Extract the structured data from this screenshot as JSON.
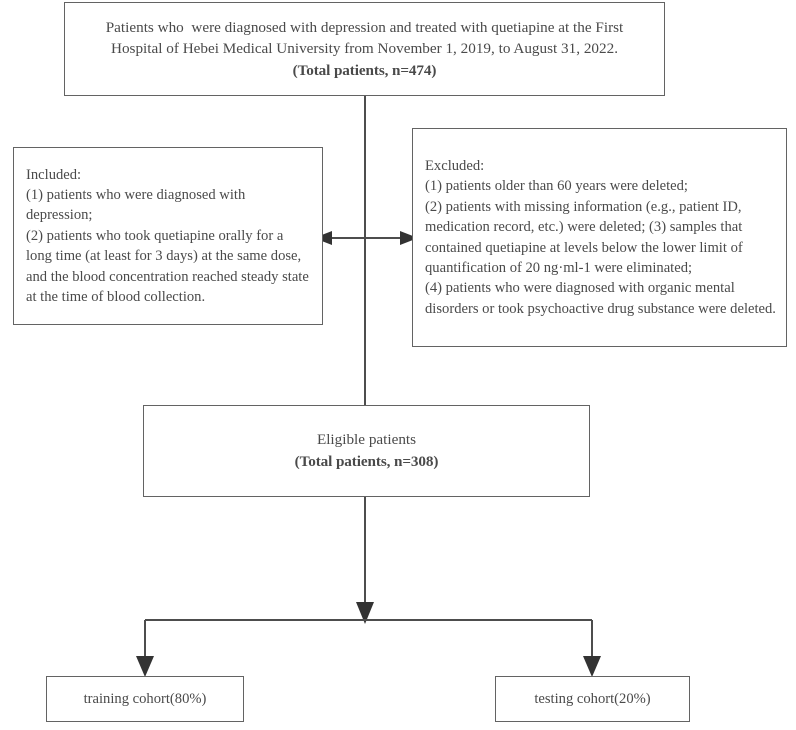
{
  "diagram": {
    "title": "Patient selection flowchart",
    "background_color": "#ffffff",
    "line_color": "#4d4d4d",
    "text_color": "#4a4a4a"
  },
  "nodes": {
    "total": {
      "line1": "Patients who  were diagnosed with depression and treated with quetiapine at the First",
      "line2": "Hospital of Hebei Medical University from November 1, 2019, to August 31, 2022.",
      "line3": "(Total patients, n=474)",
      "count": 474
    },
    "included": {
      "heading": "Included:",
      "item1": "(1) patients who were diagnosed with depression;",
      "item2": "(2) patients who took quetiapine orally for a long time (at least for 3 days) at the same dose, and the blood concentration reached steady state at the time of blood collection."
    },
    "excluded": {
      "heading": "Excluded:",
      "item1": "(1) patients older than 60 years were deleted;",
      "item2": "(2) patients with missing information (e.g., patient ID, medication record, etc.) were deleted; (3) samples that contained quetiapine at levels below the lower limit of quantification of 20 ng·ml-1 were eliminated;",
      "item3": "(4) patients who were diagnosed with organic mental disorders or took psychoactive drug substance were deleted."
    },
    "eligible": {
      "line1": "Eligible patients",
      "line2": "(Total patients, n=308)",
      "count": 308
    },
    "training": {
      "label": "training cohort(80%)",
      "percent": "80%"
    },
    "testing": {
      "label": "testing cohort(20%)",
      "percent": "20%"
    }
  },
  "connectors": {
    "total_to_eligible": "vertical-line",
    "included_excluded": "double-headed-horizontal-arrow",
    "eligible_to_split": "down-arrow",
    "split_to_training": "down-arrow",
    "split_to_testing": "down-arrow"
  }
}
